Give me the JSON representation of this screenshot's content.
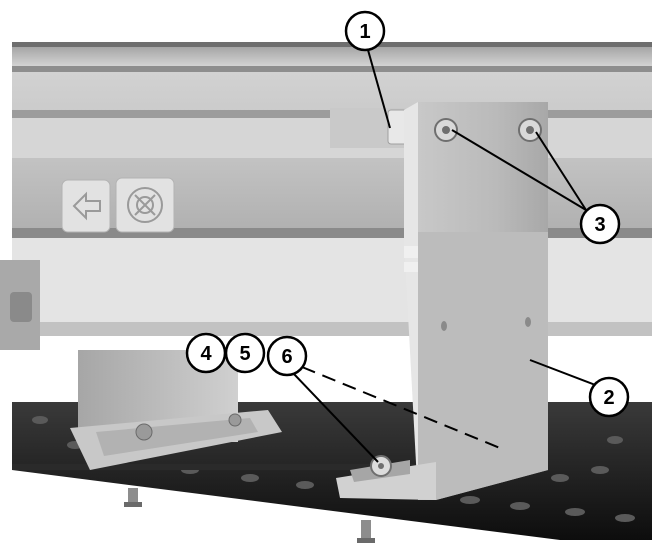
{
  "callouts": [
    {
      "label": "1"
    },
    {
      "label": "2"
    },
    {
      "label": "3"
    },
    {
      "label": "4"
    },
    {
      "label": "5"
    },
    {
      "label": "6"
    }
  ],
  "icons": [
    "arrow-left-icon",
    "rotation-icon"
  ],
  "colors": {
    "rail_light": "#cfcfcf",
    "rail_mid": "#b8b8b8",
    "bracket": "#bdbdbd",
    "base_plate": "#1a1a1a",
    "callout_stroke": "#000000",
    "callout_fill": "#ffffff"
  }
}
